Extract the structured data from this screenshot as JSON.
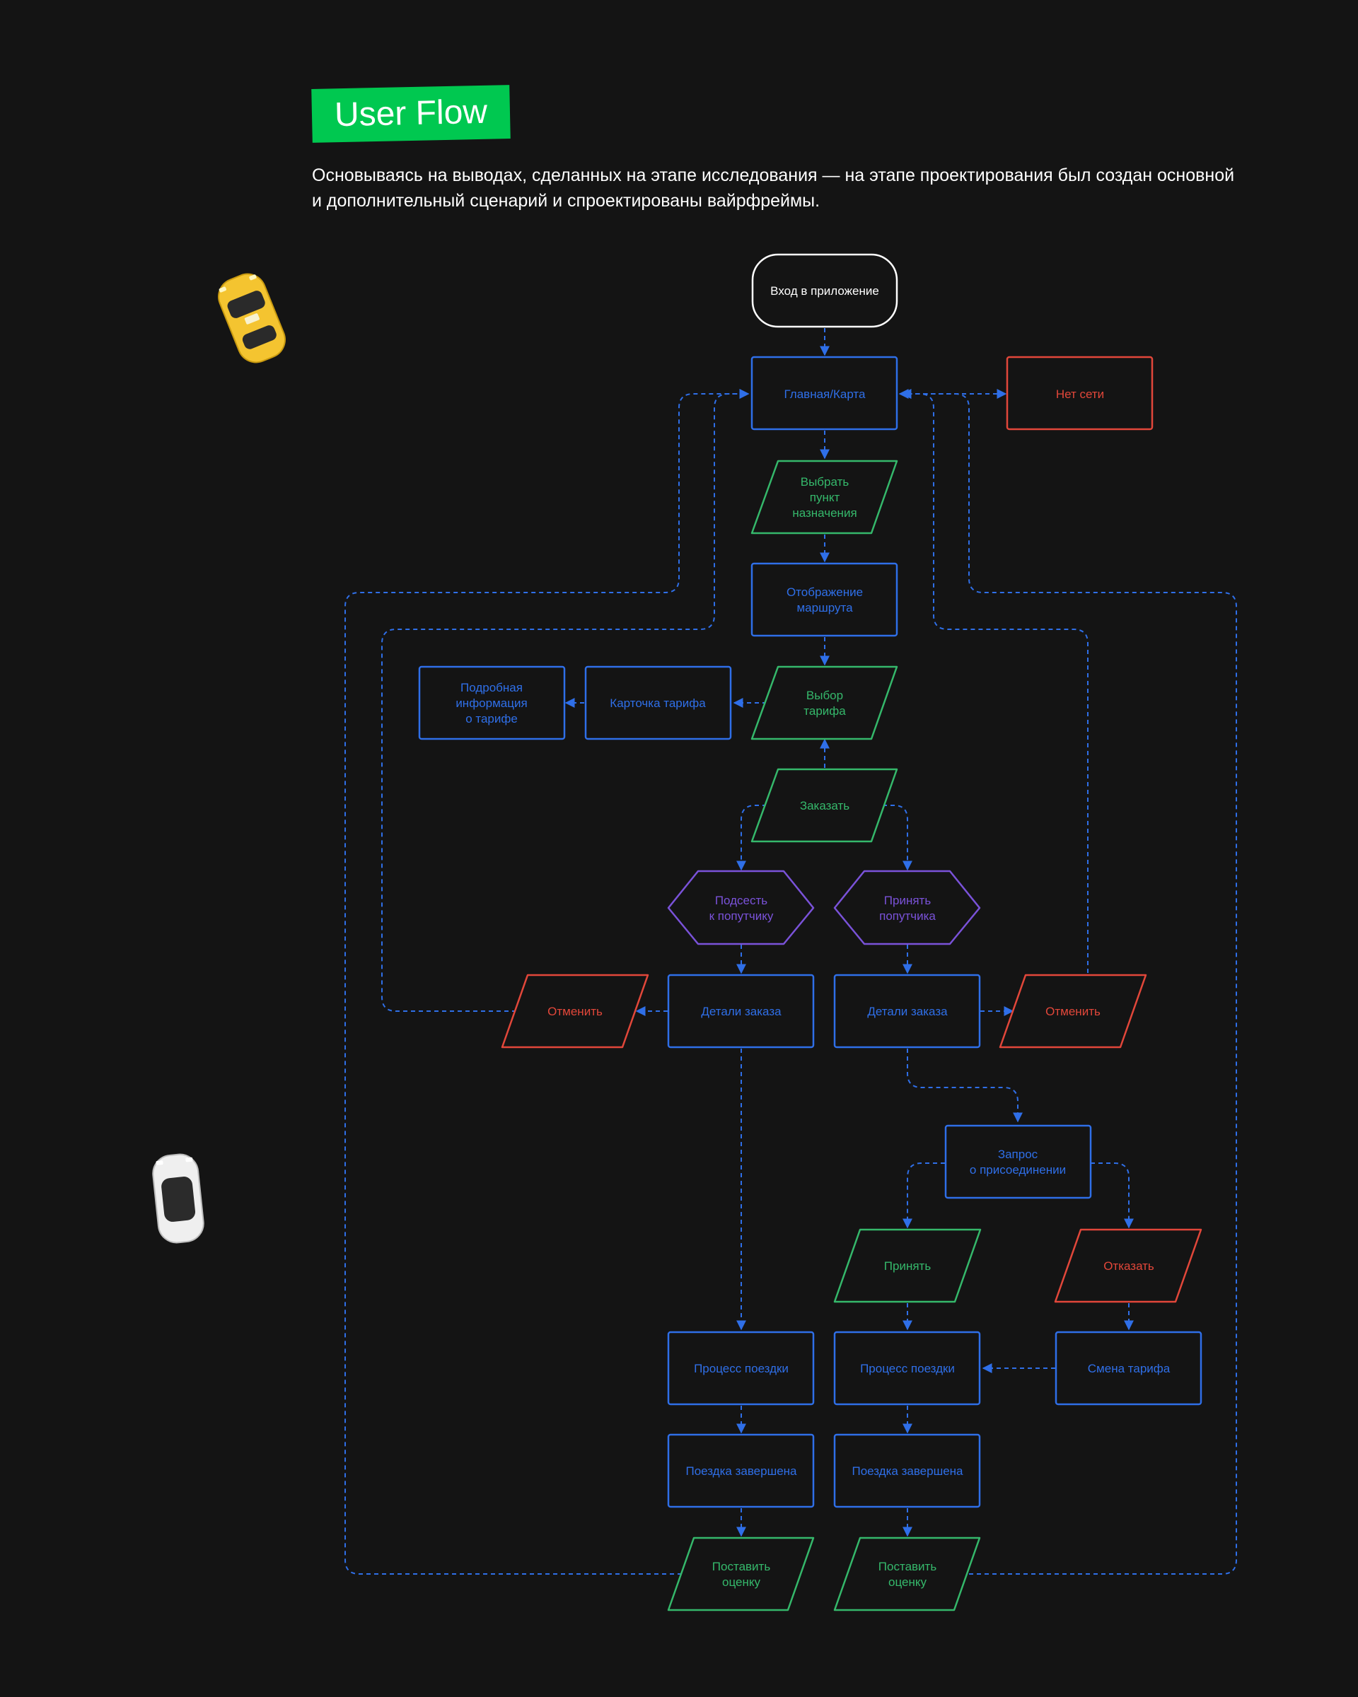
{
  "header": {
    "title": "User Flow",
    "intro": "Основываясь на выводах, сделанных на этапе исследования — на этапе проектирования был создан основной и дополнительный сценарий и спроектированы вайрфреймы."
  },
  "colors": {
    "background": "#141414",
    "badge": "#00c850",
    "screen": "#2f6fe8",
    "action": "#35b86b",
    "decision": "#7a52d9",
    "error": "#e2473a",
    "start": "#ffffff",
    "road": "#444444"
  },
  "diagram": {
    "nodes": {
      "start": "Вход в приложение",
      "main_map": "Главная/Карта",
      "no_network": "Нет сети",
      "choose_destination": "Выбрать\nпункт\nназначения",
      "route_display": "Отображение\nмаршрута",
      "choose_tariff": "Выбор\nтарифа",
      "tariff_card": "Карточка тарифа",
      "tariff_details": "Подробная\nинформация\nо тарифе",
      "order": "Заказать",
      "join_fellow": "Подсесть\nк попутчику",
      "accept_fellow": "Принять\nпопутчика",
      "order_details_left": "Детали заказа",
      "order_details_right": "Детали заказа",
      "cancel_left": "Отменить",
      "cancel_right": "Отменить",
      "join_request": "Запрос\nо присоединении",
      "accept": "Принять",
      "decline": "Отказать",
      "ride_process_left": "Процесс поездки",
      "ride_process_right": "Процесс поездки",
      "change_tariff": "Смена тарифа",
      "ride_finished_left": "Поездка завершена",
      "ride_finished_right": "Поездка завершена",
      "rate_left": "Поставить\nоценку",
      "rate_right": "Поставить\nоценку"
    }
  }
}
